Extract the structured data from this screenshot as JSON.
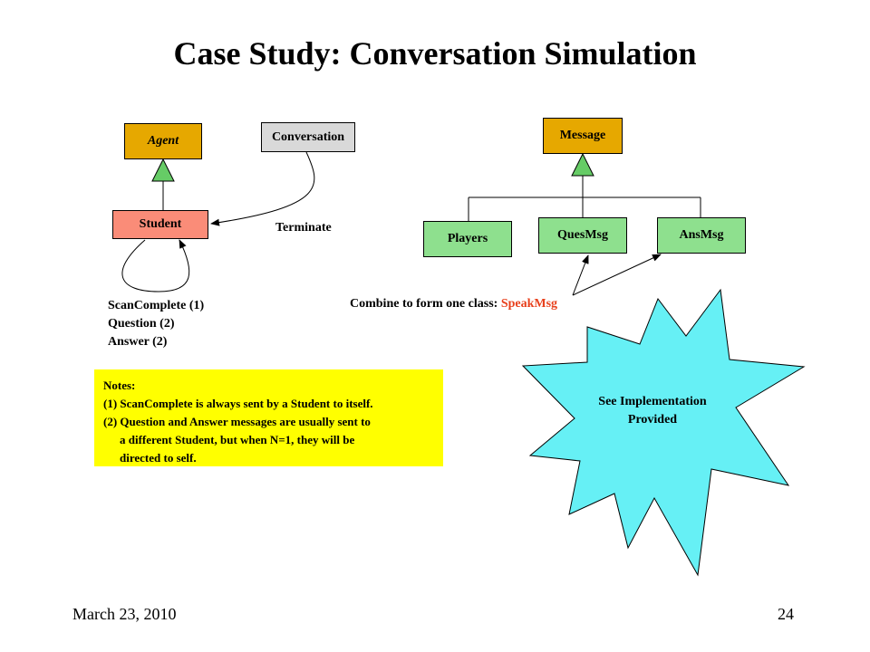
{
  "slide": {
    "title": "Case Study: Conversation Simulation",
    "date": "March 23, 2010",
    "page_number": "24"
  },
  "diagram": {
    "classes": {
      "agent": "Agent",
      "conversation": "Conversation",
      "student": "Student",
      "message": "Message",
      "players": "Players",
      "quesmsg": "QuesMsg",
      "ansmsg": "AnsMsg"
    },
    "terminate_label": "Terminate",
    "self_messages": [
      "ScanComplete (1)",
      "Question (2)",
      "Answer (2)"
    ],
    "combine_label": "Combine to form one class: ",
    "combine_target": "SpeakMsg",
    "colors": {
      "agent": "#e6a800",
      "conversation": "#d9d9d9",
      "student": "#fa8c78",
      "message": "#e6a800",
      "subclass": "#8ee08e",
      "inherit_arrow": "#66cc66",
      "notes": "#ffff00",
      "burst": "#66f0f5",
      "speakmsg": "#e8401c"
    }
  },
  "notes": {
    "heading": "Notes:",
    "line1": "(1) ScanComplete is always sent by a Student to itself.",
    "line2": "(2) Question and Answer messages are usually sent to",
    "line3": "a different Student, but when N=1, they will be",
    "line4": "directed to self."
  },
  "callout": {
    "line1": "See Implementation",
    "line2": "Provided"
  }
}
